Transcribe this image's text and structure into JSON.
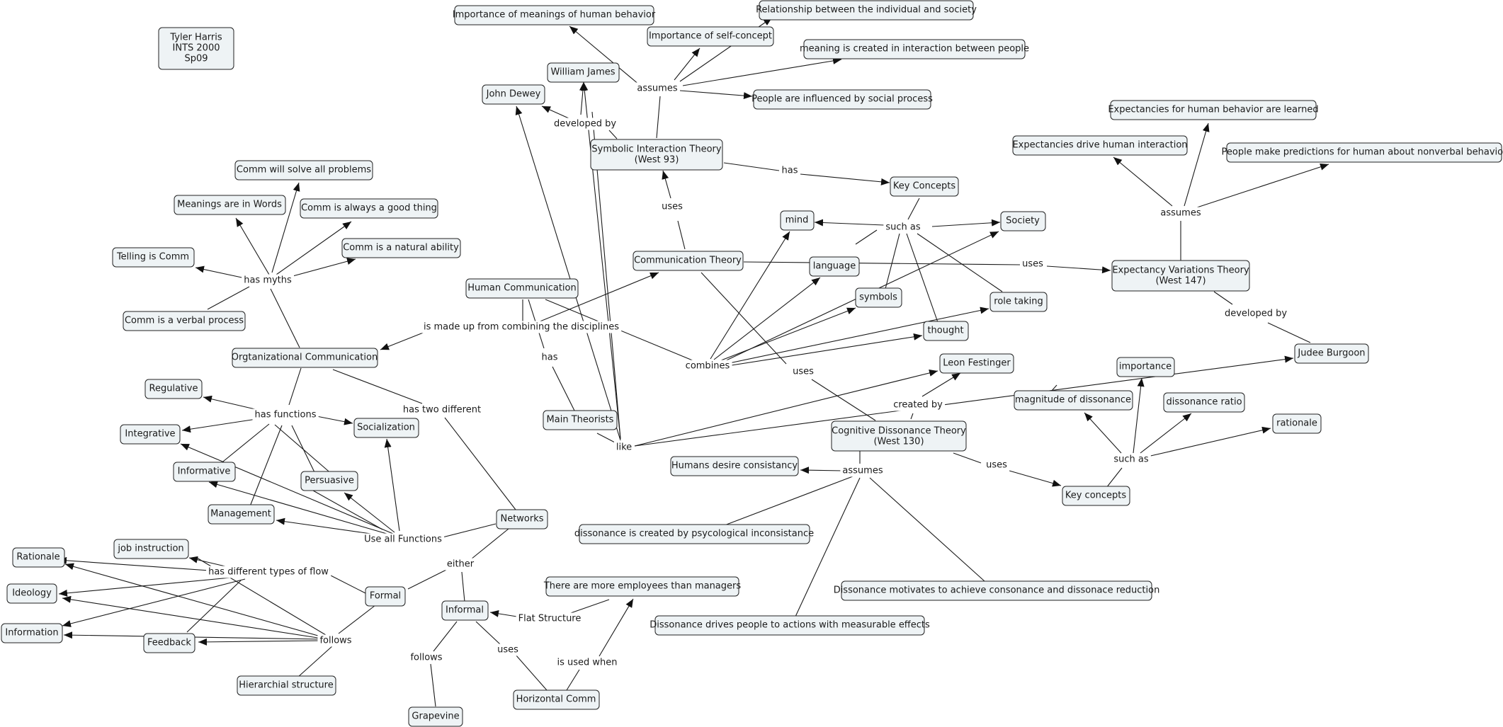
{
  "concepts": {
    "author": [
      "Tyler Harris",
      "INTS 2000",
      "Sp09"
    ],
    "importance_meanings": "Importance of meanings of human behavior",
    "relationship_individual": "Relationship between the individual and society",
    "importance_self": "Importance of self-concept",
    "meaning_created": "meaning is created in interaction between people",
    "william_james": "William James",
    "john_dewey": "John Dewey",
    "influenced_social": "People are influenced by social process",
    "symbolic_interaction": [
      "Symbolic Interaction Theory",
      "(West 93)"
    ],
    "key_concepts_top": "Key Concepts",
    "comm_solve": "Comm will solve all problems",
    "meanings_words": "Meanings are in Words",
    "comm_good": "Comm is always a good thing",
    "telling": "Telling is Comm",
    "comm_natural": "Comm is a natural ability",
    "comm_verbal": "Comm is a verbal process",
    "mind": "mind",
    "society": "Society",
    "communication_theory": "Communication Theory",
    "language": "language",
    "human_communication": "Human Communication",
    "symbols": "symbols",
    "role_taking": "role taking",
    "thought": "thought",
    "org_comm": "Orgtanizational Communication",
    "regulative": "Regulative",
    "integrative": "Integrative",
    "socialization": "Socialization",
    "informative": "Informative",
    "persuasive": "Persuasive",
    "management": "Management",
    "main_theorists": "Main Theorists",
    "leon_festinger": "Leon Festinger",
    "importance": "importance",
    "magnitude": "magnitude of dissonance",
    "dissonance_ratio": "dissonance ratio",
    "rationale_right": "rationale",
    "cognitive_dissonance": [
      "Cognitive Dissonance Theory",
      "(West 130)"
    ],
    "humans_desire": "Humans desire consistancy",
    "key_concepts_right": "Key concepts",
    "dissonance_created": "dissonance is created by psycological inconsistance",
    "networks": "Networks",
    "job_instruction": "job instruction",
    "rationale_left": "Rationale",
    "ideology": "Ideology",
    "information": "Information",
    "feedback": "Feedback",
    "formal": "Formal",
    "informal": "Informal",
    "more_employees": "There are more employees than managers",
    "dissonance_motivates": "Dissonance motivates to achieve consonance and dissonace reduction",
    "dissonance_drives": "Dissonance drives people to actions with measurable effects",
    "hierarchial": "Hierarchial structure",
    "horizontal_comm": "Horizontal Comm",
    "grapevine": "Grapevine",
    "expectancies_learned": "Expectancies for human behavior are learned",
    "expectancies_drive": "Expectancies drive human interaction",
    "people_predictions": "People make predictions for human about nonverbal behavior",
    "expectancy_violations": [
      "Expectancy Variations Theory",
      "(West 147)"
    ],
    "judee_burgoon": "Judee Burgoon"
  },
  "links": {
    "assumes_sit": "assumes",
    "developed_by_sit": "developed by",
    "has_sit": "has",
    "uses_ct": "uses",
    "such_as_top": "such as",
    "uses_evt": "uses",
    "assumes_evt": "assumes",
    "developed_by_evt": "developed by",
    "has_myths": "has myths",
    "made_from": "is made up from combining the disciplines",
    "combines": "combines",
    "has_hc": "has",
    "uses_cdt": "uses",
    "created_by": "created by",
    "like": "like",
    "has_functions": "has functions",
    "has_two": "has two different",
    "assumes_cdt": "assumes",
    "uses_kc": "uses",
    "such_as_right": "such as",
    "use_all": "Use all Functions",
    "either": "either",
    "flow_types": "has different types of flow",
    "follows_formal": "follows",
    "flat_structure": "Flat Structure",
    "follows_informal": "follows",
    "uses_informal": "uses",
    "used_when": "is used when"
  }
}
